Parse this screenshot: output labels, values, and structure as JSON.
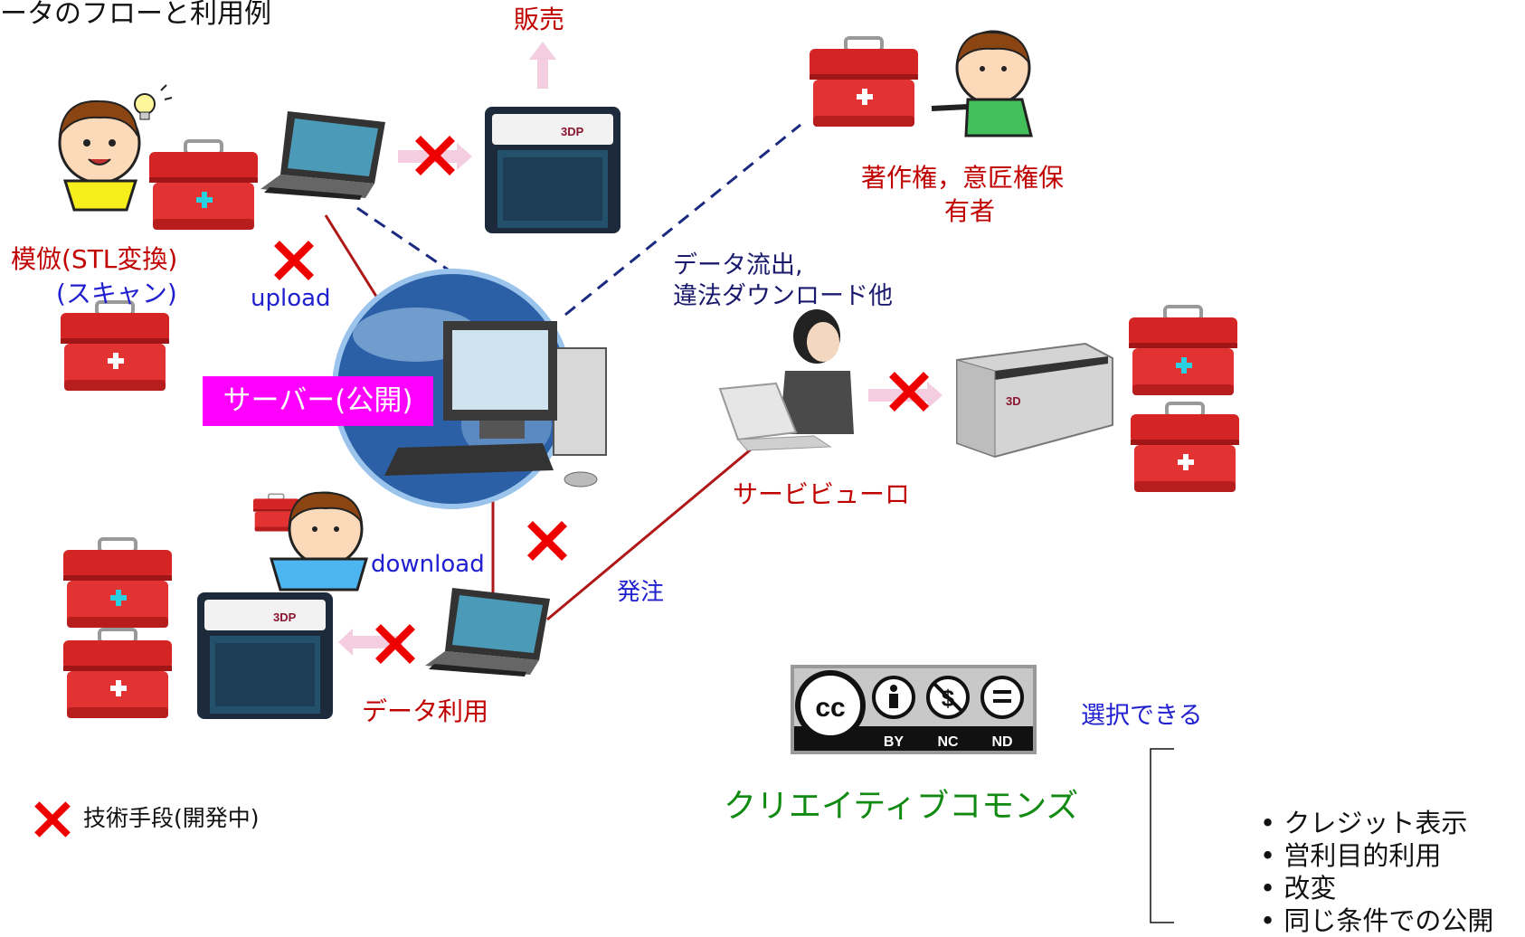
{
  "title": "ータのフローと利用例",
  "labels": {
    "sale": "販売",
    "imitation_line1": "模倣(STL変換)",
    "imitation_line2": "(スキャン)",
    "upload": "upload",
    "server": "サーバー(公開)",
    "download": "download",
    "data_use": "データ利用",
    "order": "発注",
    "service_bureau": "サービビューロ",
    "leak_line1": "データ流出,",
    "leak_line2": "違法ダウンロード他",
    "rights_line1": "著作権，意匠権保",
    "rights_line2": "有者",
    "tech_means": "技術手段(開発中)",
    "printer_brand": "3DP",
    "machine_badge": "3D"
  },
  "creative_commons": {
    "heading": "クリエイティブコモンズ",
    "selectable": "選択できる",
    "badge": {
      "cc": "cc",
      "by": "BY",
      "nc": "NC",
      "nd": "ND"
    },
    "options": [
      "クレジット表示",
      "営利目的利用",
      "改変",
      "同じ条件での公開"
    ]
  },
  "colors": {
    "red_text": "#c00000",
    "blue_text": "#1f1fd0",
    "green_text": "#118a11",
    "server_label_bg": "#ff00ff",
    "cross": "#ee0000",
    "red_line": "#b01818",
    "dashed_line": "#1a2a80",
    "toolbox": "#e02a2a"
  },
  "icons": [
    "toolbox-icon",
    "laptop-icon",
    "printer-3d-icon",
    "globe-icon",
    "desktop-pc-icon",
    "cross-icon",
    "boy-icon",
    "woman-icon",
    "industrial-3d-printer-icon",
    "cc-badge-icon",
    "lightbulb-icon"
  ]
}
